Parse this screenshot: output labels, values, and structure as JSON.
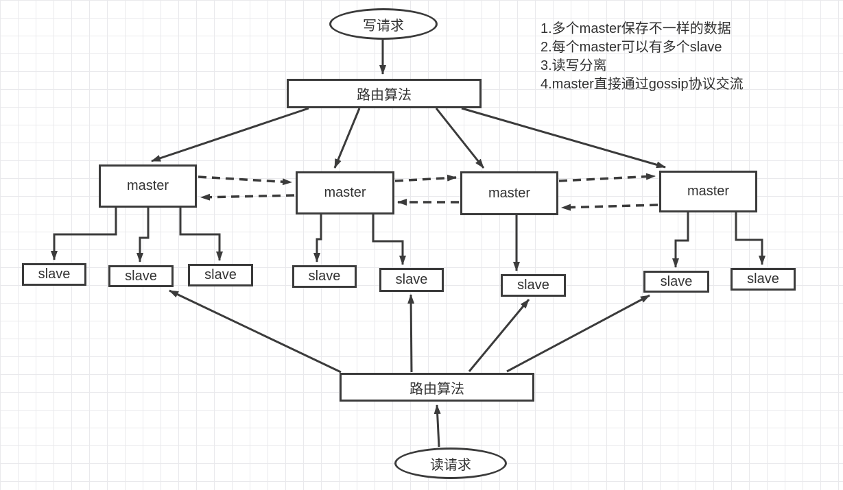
{
  "notes": {
    "lines": [
      "1.多个master保存不一样的数据",
      "2.每个master可以有多个slave",
      "3.读写分离",
      "4.master直接通过gossip协议交流"
    ]
  },
  "nodes": {
    "write_request": "写请求",
    "router_top": "路由算法",
    "router_bottom": "路由算法",
    "read_request": "读请求",
    "masters": [
      "master",
      "master",
      "master",
      "master"
    ],
    "slaves": [
      "slave",
      "slave",
      "slave",
      "slave",
      "slave",
      "slave",
      "slave",
      "slave"
    ]
  },
  "colors": {
    "stroke": "#3b3b3b",
    "text": "#333333",
    "grid": "#e9e9ec",
    "background": "#ffffff"
  }
}
